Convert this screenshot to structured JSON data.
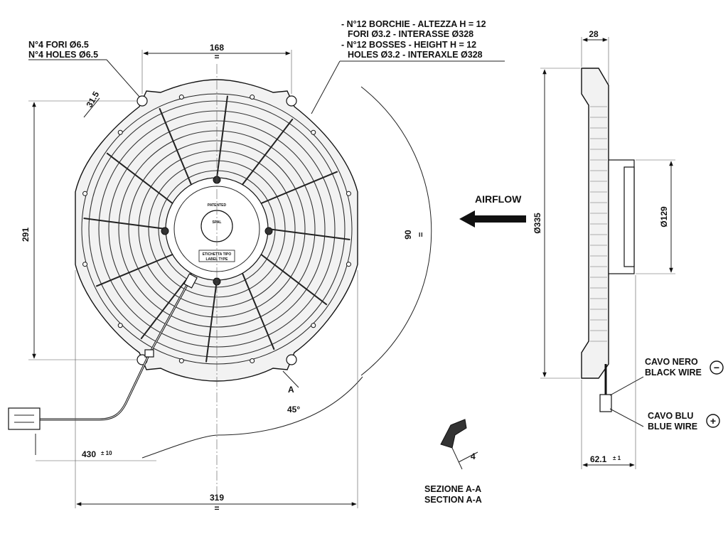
{
  "front_view": {
    "holes_it": "N°4 FORI Ø6.5",
    "holes_en": "N°4 HOLES Ø6.5",
    "bosses_it_1": "- N°12 BORCHIE - ALTEZZA H = 12",
    "bosses_it_2": "FORI Ø3.2 - INTERASSE Ø328",
    "bosses_en_1": "- N°12 BOSSES - HEIGHT H = 12",
    "bosses_en_2": "HOLES Ø3.2 - INTERAXLE Ø328",
    "dim_top": "168",
    "dim_left": "291",
    "dim_hole_offset": "31.5",
    "dim_angle": "90",
    "dim_cable": "430",
    "dim_cable_tol": "± 10",
    "dim_width": "319",
    "angle_45": "45°",
    "section_mark": "A",
    "label_patented": "PATENTED",
    "label_brand": "SPAL",
    "label_tag_1": "ETICHETTA TIPO",
    "label_tag_2": "LABEL TYPE"
  },
  "section": {
    "dim": "4",
    "title_it": "SEZIONE A-A",
    "title_en": "SECTION A-A"
  },
  "side_view": {
    "airflow": "AIRFLOW",
    "dim_depth": "28",
    "dim_diameter": "Ø335",
    "dim_motor": "Ø129",
    "dim_total": "62.1",
    "dim_total_tol": "± 1",
    "black_wire_it": "CAVO NERO",
    "black_wire_en": "BLACK WIRE",
    "blue_wire_it": "CAVO BLU",
    "blue_wire_en": "BLUE WIRE",
    "minus_sign": "−",
    "plus_sign": "+"
  }
}
